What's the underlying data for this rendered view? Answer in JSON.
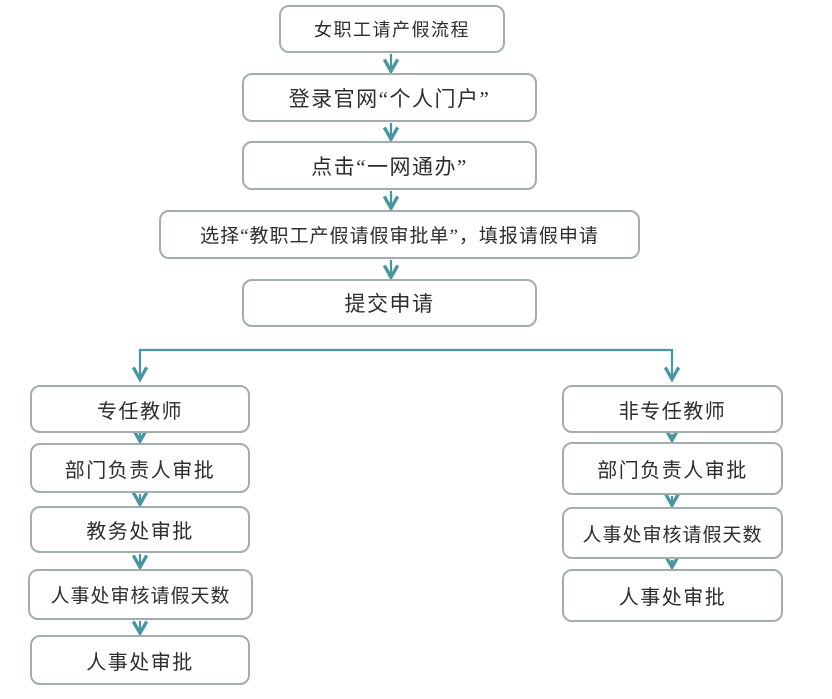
{
  "diagram": {
    "type": "flowchart",
    "title": "女职工请产假流程",
    "colors": {
      "arrow": "#4796a1",
      "box_border": "#a4adae",
      "box_fill": "#ffffff",
      "text": "#2e2e2e",
      "background": "#ffffff"
    },
    "main_flow": [
      {
        "label": "女职工请产假流程"
      },
      {
        "label": "登录官网“个人门户”"
      },
      {
        "label": "点击“一网通办”"
      },
      {
        "label": "选择“教职工产假请假审批单”，填报请假申请"
      },
      {
        "label": "提交申请"
      }
    ],
    "left_branch": {
      "steps": [
        {
          "label": "专任教师"
        },
        {
          "label": "部门负责人审批"
        },
        {
          "label": "教务处审批"
        },
        {
          "label": "人事处审核请假天数"
        },
        {
          "label": "人事处审批"
        }
      ]
    },
    "right_branch": {
      "steps": [
        {
          "label": "非专任教师"
        },
        {
          "label": "部门负责人审批"
        },
        {
          "label": "人事处审核请假天数"
        },
        {
          "label": "人事处审批"
        }
      ]
    }
  }
}
